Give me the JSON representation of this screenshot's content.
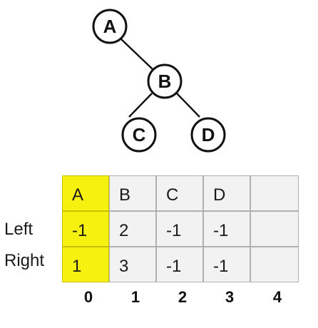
{
  "tree": {
    "nodes": [
      {
        "id": "A",
        "label": "A"
      },
      {
        "id": "B",
        "label": "B"
      },
      {
        "id": "C",
        "label": "C"
      },
      {
        "id": "D",
        "label": "D"
      }
    ],
    "edges": [
      [
        "A",
        "B"
      ],
      [
        "B",
        "C"
      ],
      [
        "B",
        "D"
      ]
    ]
  },
  "table": {
    "row_labels": [
      "",
      "Left",
      "Right"
    ],
    "columns": [
      {
        "index": "0",
        "cells": [
          "A",
          "-1",
          "1"
        ],
        "highlight": true
      },
      {
        "index": "1",
        "cells": [
          "B",
          "2",
          "3"
        ],
        "highlight": false
      },
      {
        "index": "2",
        "cells": [
          "C",
          "-1",
          "-1"
        ],
        "highlight": false
      },
      {
        "index": "3",
        "cells": [
          "D",
          "-1",
          "-1"
        ],
        "highlight": false
      },
      {
        "index": "4",
        "cells": [
          "",
          "",
          ""
        ],
        "highlight": false
      }
    ],
    "highlight_color": "#f7f10f"
  }
}
